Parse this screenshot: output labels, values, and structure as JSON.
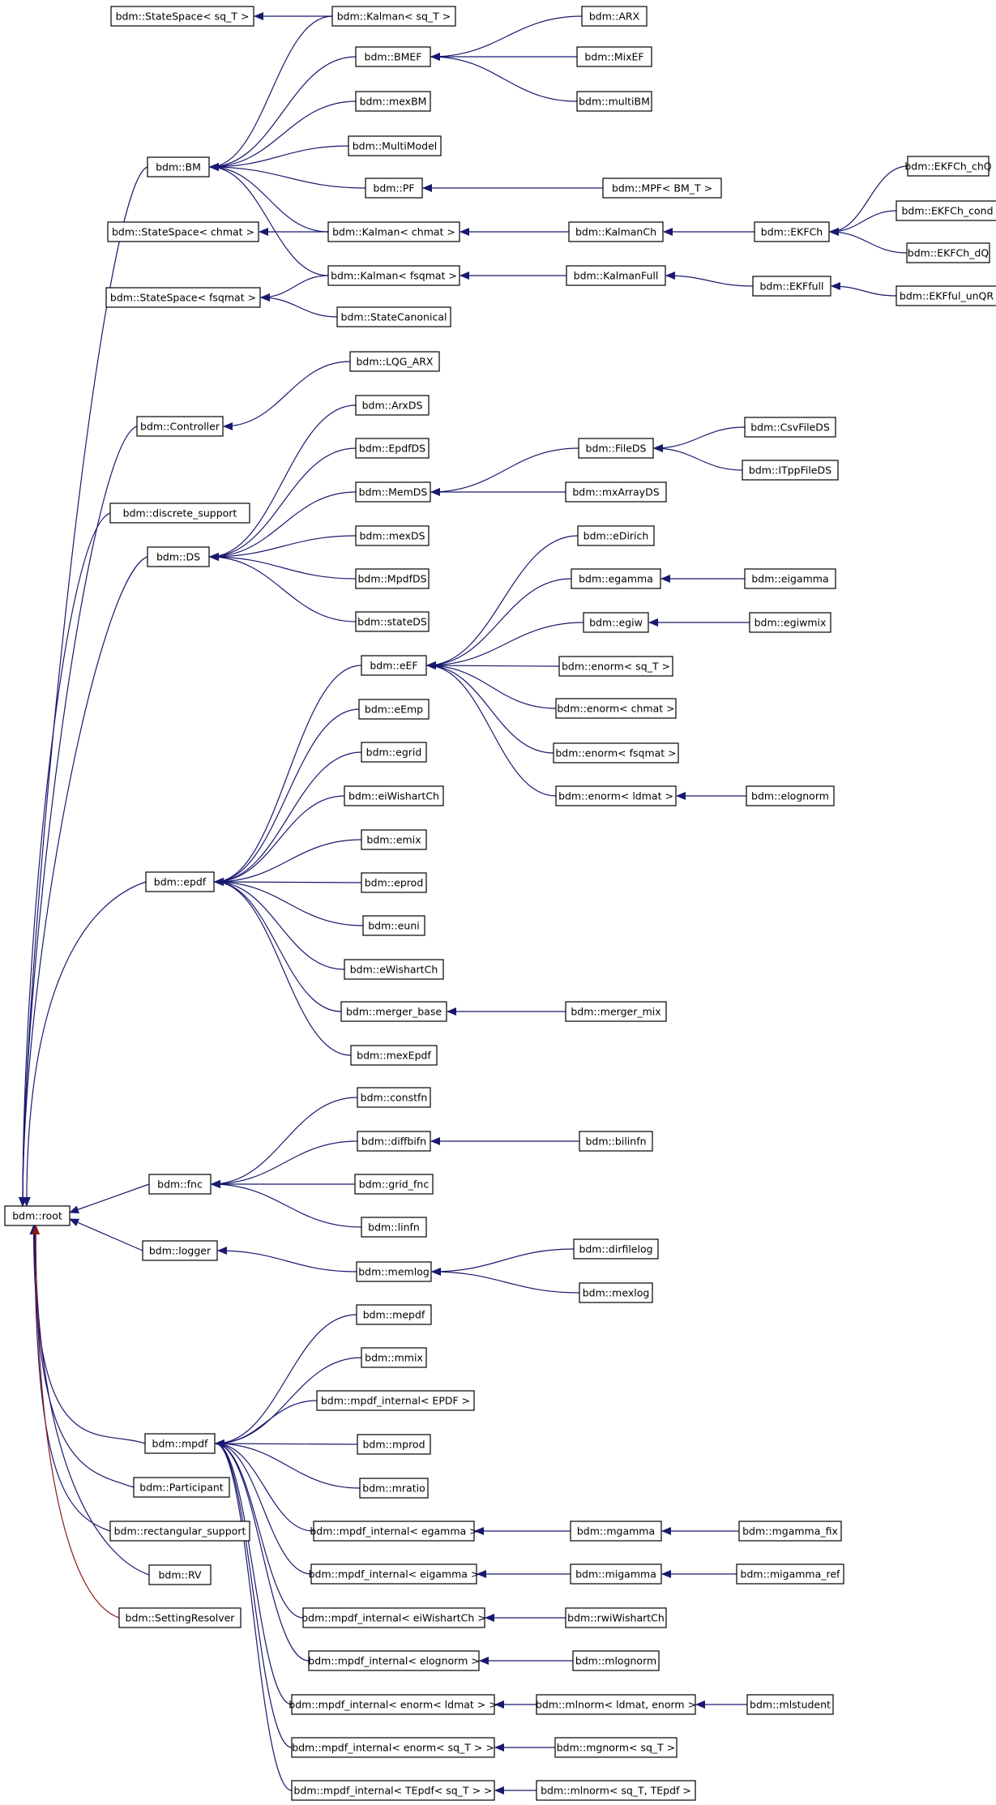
{
  "diagram": {
    "type": "class-inheritance-graph",
    "colors": {
      "edge": "#191970",
      "edge_special": "#8b1a1a",
      "node_border": "#000000",
      "node_fill": "#ffffff"
    },
    "nodes": [
      {
        "id": "root",
        "label": "bdm::root"
      },
      {
        "id": "ss_sqT",
        "label": "bdm::StateSpace< sq_T >"
      },
      {
        "id": "kalman_sqT",
        "label": "bdm::Kalman< sq_T >"
      },
      {
        "id": "arx",
        "label": "bdm::ARX"
      },
      {
        "id": "bmef",
        "label": "bdm::BMEF"
      },
      {
        "id": "mixef",
        "label": "bdm::MixEF"
      },
      {
        "id": "multibm",
        "label": "bdm::multiBM"
      },
      {
        "id": "mexbm",
        "label": "bdm::mexBM"
      },
      {
        "id": "bm",
        "label": "bdm::BM"
      },
      {
        "id": "multimodel",
        "label": "bdm::MultiModel"
      },
      {
        "id": "pf",
        "label": "bdm::PF"
      },
      {
        "id": "mpf",
        "label": "bdm::MPF< BM_T >"
      },
      {
        "id": "ekfch_chq",
        "label": "bdm::EKFCh_chQ"
      },
      {
        "id": "ss_chmat",
        "label": "bdm::StateSpace< chmat >"
      },
      {
        "id": "kalman_chmat",
        "label": "bdm::Kalman< chmat >"
      },
      {
        "id": "kalmanch",
        "label": "bdm::KalmanCh"
      },
      {
        "id": "ekfch",
        "label": "bdm::EKFCh"
      },
      {
        "id": "ekfch_cond",
        "label": "bdm::EKFCh_cond"
      },
      {
        "id": "ekfch_dq",
        "label": "bdm::EKFCh_dQ"
      },
      {
        "id": "ss_fsqmat",
        "label": "bdm::StateSpace< fsqmat >"
      },
      {
        "id": "kalman_fsqmat",
        "label": "bdm::Kalman< fsqmat >"
      },
      {
        "id": "kalmanfull",
        "label": "bdm::KalmanFull"
      },
      {
        "id": "ekffull",
        "label": "bdm::EKFfull"
      },
      {
        "id": "ekfful_unqr",
        "label": "bdm::EKFful_unQR"
      },
      {
        "id": "statecanonical",
        "label": "bdm::StateCanonical"
      },
      {
        "id": "lqg_arx",
        "label": "bdm::LQG_ARX"
      },
      {
        "id": "controller",
        "label": "bdm::Controller"
      },
      {
        "id": "arxds",
        "label": "bdm::ArxDS"
      },
      {
        "id": "epdfds",
        "label": "bdm::EpdfDS"
      },
      {
        "id": "fileds",
        "label": "bdm::FileDS"
      },
      {
        "id": "csvfileds",
        "label": "bdm::CsvFileDS"
      },
      {
        "id": "itppfileds",
        "label": "bdm::ITppFileDS"
      },
      {
        "id": "memds",
        "label": "bdm::MemDS"
      },
      {
        "id": "mxarrayds",
        "label": "bdm::mxArrayDS"
      },
      {
        "id": "discrete_support",
        "label": "bdm::discrete_support"
      },
      {
        "id": "edirich",
        "label": "bdm::eDirich"
      },
      {
        "id": "mexds",
        "label": "bdm::mexDS"
      },
      {
        "id": "ds",
        "label": "bdm::DS"
      },
      {
        "id": "egamma",
        "label": "bdm::egamma"
      },
      {
        "id": "eigamma",
        "label": "bdm::eigamma"
      },
      {
        "id": "mpdfds",
        "label": "bdm::MpdfDS"
      },
      {
        "id": "egiw",
        "label": "bdm::egiw"
      },
      {
        "id": "egiwmix",
        "label": "bdm::egiwmix"
      },
      {
        "id": "stateds",
        "label": "bdm::stateDS"
      },
      {
        "id": "eef",
        "label": "bdm::eEF"
      },
      {
        "id": "enorm_sqT",
        "label": "bdm::enorm< sq_T >"
      },
      {
        "id": "eemp",
        "label": "bdm::eEmp"
      },
      {
        "id": "enorm_chmat",
        "label": "bdm::enorm< chmat >"
      },
      {
        "id": "egrid",
        "label": "bdm::egrid"
      },
      {
        "id": "enorm_fsqmat",
        "label": "bdm::enorm< fsqmat >"
      },
      {
        "id": "eiwishartch",
        "label": "bdm::eiWishartCh"
      },
      {
        "id": "enorm_ldmat",
        "label": "bdm::enorm< ldmat >"
      },
      {
        "id": "elognorm",
        "label": "bdm::elognorm"
      },
      {
        "id": "emix",
        "label": "bdm::emix"
      },
      {
        "id": "epdf",
        "label": "bdm::epdf"
      },
      {
        "id": "eprod",
        "label": "bdm::eprod"
      },
      {
        "id": "euni",
        "label": "bdm::euni"
      },
      {
        "id": "ewishartch",
        "label": "bdm::eWishartCh"
      },
      {
        "id": "merger_base",
        "label": "bdm::merger_base"
      },
      {
        "id": "merger_mix",
        "label": "bdm::merger_mix"
      },
      {
        "id": "mexepdf",
        "label": "bdm::mexEpdf"
      },
      {
        "id": "constfn",
        "label": "bdm::constfn"
      },
      {
        "id": "diffbifn",
        "label": "bdm::diffbifn"
      },
      {
        "id": "bilinfn",
        "label": "bdm::bilinfn"
      },
      {
        "id": "fnc",
        "label": "bdm::fnc"
      },
      {
        "id": "grid_fnc",
        "label": "bdm::grid_fnc"
      },
      {
        "id": "linfn",
        "label": "bdm::linfn"
      },
      {
        "id": "dirfilelog",
        "label": "bdm::dirfilelog"
      },
      {
        "id": "logger",
        "label": "bdm::logger"
      },
      {
        "id": "memlog",
        "label": "bdm::memlog"
      },
      {
        "id": "mexlog",
        "label": "bdm::mexlog"
      },
      {
        "id": "mepdf",
        "label": "bdm::mepdf"
      },
      {
        "id": "mmix",
        "label": "bdm::mmix"
      },
      {
        "id": "mpdfi_epdf",
        "label": "bdm::mpdf_internal< EPDF >"
      },
      {
        "id": "mpdf",
        "label": "bdm::mpdf"
      },
      {
        "id": "mprod",
        "label": "bdm::mprod"
      },
      {
        "id": "mratio",
        "label": "bdm::mratio"
      },
      {
        "id": "participant",
        "label": "bdm::Participant"
      },
      {
        "id": "mpdfi_egamma",
        "label": "bdm::mpdf_internal< egamma >"
      },
      {
        "id": "mgamma",
        "label": "bdm::mgamma"
      },
      {
        "id": "mgamma_fix",
        "label": "bdm::mgamma_fix"
      },
      {
        "id": "rect_support",
        "label": "bdm::rectangular_support"
      },
      {
        "id": "mpdfi_eigamma",
        "label": "bdm::mpdf_internal< eigamma >"
      },
      {
        "id": "migamma",
        "label": "bdm::migamma"
      },
      {
        "id": "migamma_ref",
        "label": "bdm::migamma_ref"
      },
      {
        "id": "rv",
        "label": "bdm::RV"
      },
      {
        "id": "mpdfi_eiwishartch",
        "label": "bdm::mpdf_internal< eiWishartCh >"
      },
      {
        "id": "rwiwishartch",
        "label": "bdm::rwiWishartCh"
      },
      {
        "id": "settingresolver",
        "label": "bdm::SettingResolver"
      },
      {
        "id": "mpdfi_elognorm",
        "label": "bdm::mpdf_internal< elognorm >"
      },
      {
        "id": "mlognorm",
        "label": "bdm::mlognorm"
      },
      {
        "id": "mpdfi_enorm_ldmat",
        "label": "bdm::mpdf_internal< enorm< ldmat > >"
      },
      {
        "id": "mlnorm_ldmat",
        "label": "bdm::mlnorm< ldmat, enorm >"
      },
      {
        "id": "mlstudent",
        "label": "bdm::mlstudent"
      },
      {
        "id": "mpdfi_enorm_sqT",
        "label": "bdm::mpdf_internal< enorm< sq_T > >"
      },
      {
        "id": "mgnorm_sqT",
        "label": "bdm::mgnorm< sq_T >"
      },
      {
        "id": "mpdfi_tepdf",
        "label": "bdm::mpdf_internal< TEpdf< sq_T > >"
      },
      {
        "id": "mlnorm_sqT",
        "label": "bdm::mlnorm< sq_T, TEpdf >"
      }
    ],
    "edges": [
      {
        "from": "kalman_sqT",
        "to": "ss_sqT"
      },
      {
        "from": "kalman_sqT",
        "to": "bm"
      },
      {
        "from": "arx",
        "to": "bmef"
      },
      {
        "from": "mixef",
        "to": "bmef"
      },
      {
        "from": "multibm",
        "to": "bmef"
      },
      {
        "from": "bmef",
        "to": "bm"
      },
      {
        "from": "mexbm",
        "to": "bm"
      },
      {
        "from": "multimodel",
        "to": "bm"
      },
      {
        "from": "pf",
        "to": "bm"
      },
      {
        "from": "mpf",
        "to": "pf"
      },
      {
        "from": "kalman_chmat",
        "to": "bm"
      },
      {
        "from": "kalman_chmat",
        "to": "ss_chmat"
      },
      {
        "from": "kalmanch",
        "to": "kalman_chmat"
      },
      {
        "from": "ekfch",
        "to": "kalmanch"
      },
      {
        "from": "ekfch_chq",
        "to": "ekfch"
      },
      {
        "from": "ekfch_cond",
        "to": "ekfch"
      },
      {
        "from": "ekfch_dq",
        "to": "ekfch"
      },
      {
        "from": "kalman_fsqmat",
        "to": "bm"
      },
      {
        "from": "kalman_fsqmat",
        "to": "ss_fsqmat"
      },
      {
        "from": "statecanonical",
        "to": "ss_fsqmat"
      },
      {
        "from": "kalmanfull",
        "to": "kalman_fsqmat"
      },
      {
        "from": "ekffull",
        "to": "kalmanfull"
      },
      {
        "from": "ekfful_unqr",
        "to": "ekffull"
      },
      {
        "from": "bm",
        "to": "root"
      },
      {
        "from": "lqg_arx",
        "to": "controller"
      },
      {
        "from": "controller",
        "to": "root"
      },
      {
        "from": "discrete_support",
        "to": "root"
      },
      {
        "from": "arxds",
        "to": "ds"
      },
      {
        "from": "epdfds",
        "to": "ds"
      },
      {
        "from": "memds",
        "to": "ds"
      },
      {
        "from": "fileds",
        "to": "memds"
      },
      {
        "from": "mxarrayds",
        "to": "memds"
      },
      {
        "from": "csvfileds",
        "to": "fileds"
      },
      {
        "from": "itppfileds",
        "to": "fileds"
      },
      {
        "from": "mexds",
        "to": "ds"
      },
      {
        "from": "mpdfds",
        "to": "ds"
      },
      {
        "from": "stateds",
        "to": "ds"
      },
      {
        "from": "ds",
        "to": "root"
      },
      {
        "from": "edirich",
        "to": "eef"
      },
      {
        "from": "egamma",
        "to": "eef"
      },
      {
        "from": "eigamma",
        "to": "egamma"
      },
      {
        "from": "egiw",
        "to": "eef"
      },
      {
        "from": "egiwmix",
        "to": "egiw"
      },
      {
        "from": "enorm_sqT",
        "to": "eef"
      },
      {
        "from": "enorm_chmat",
        "to": "eef"
      },
      {
        "from": "enorm_fsqmat",
        "to": "eef"
      },
      {
        "from": "enorm_ldmat",
        "to": "eef"
      },
      {
        "from": "elognorm",
        "to": "enorm_ldmat"
      },
      {
        "from": "eef",
        "to": "epdf"
      },
      {
        "from": "eemp",
        "to": "epdf"
      },
      {
        "from": "egrid",
        "to": "epdf"
      },
      {
        "from": "eiwishartch",
        "to": "epdf"
      },
      {
        "from": "emix",
        "to": "epdf"
      },
      {
        "from": "eprod",
        "to": "epdf"
      },
      {
        "from": "euni",
        "to": "epdf"
      },
      {
        "from": "ewishartch",
        "to": "epdf"
      },
      {
        "from": "merger_base",
        "to": "epdf"
      },
      {
        "from": "merger_mix",
        "to": "merger_base"
      },
      {
        "from": "mexepdf",
        "to": "epdf"
      },
      {
        "from": "epdf",
        "to": "root"
      },
      {
        "from": "constfn",
        "to": "fnc"
      },
      {
        "from": "diffbifn",
        "to": "fnc"
      },
      {
        "from": "bilinfn",
        "to": "diffbifn"
      },
      {
        "from": "grid_fnc",
        "to": "fnc"
      },
      {
        "from": "linfn",
        "to": "fnc"
      },
      {
        "from": "fnc",
        "to": "root"
      },
      {
        "from": "memlog",
        "to": "logger"
      },
      {
        "from": "dirfilelog",
        "to": "memlog"
      },
      {
        "from": "mexlog",
        "to": "memlog"
      },
      {
        "from": "logger",
        "to": "root"
      },
      {
        "from": "mepdf",
        "to": "mpdf"
      },
      {
        "from": "mmix",
        "to": "mpdf"
      },
      {
        "from": "mpdfi_epdf",
        "to": "mpdf"
      },
      {
        "from": "mprod",
        "to": "mpdf"
      },
      {
        "from": "mratio",
        "to": "mpdf"
      },
      {
        "from": "mpdfi_egamma",
        "to": "mpdf"
      },
      {
        "from": "mgamma",
        "to": "mpdfi_egamma"
      },
      {
        "from": "mgamma_fix",
        "to": "mgamma"
      },
      {
        "from": "mpdfi_eigamma",
        "to": "mpdf"
      },
      {
        "from": "migamma",
        "to": "mpdfi_eigamma"
      },
      {
        "from": "migamma_ref",
        "to": "migamma"
      },
      {
        "from": "mpdfi_eiwishartch",
        "to": "mpdf"
      },
      {
        "from": "rwiwishartch",
        "to": "mpdfi_eiwishartch"
      },
      {
        "from": "mpdfi_elognorm",
        "to": "mpdf"
      },
      {
        "from": "mlognorm",
        "to": "mpdfi_elognorm"
      },
      {
        "from": "mpdfi_enorm_ldmat",
        "to": "mpdf"
      },
      {
        "from": "mlnorm_ldmat",
        "to": "mpdfi_enorm_ldmat"
      },
      {
        "from": "mlstudent",
        "to": "mlnorm_ldmat"
      },
      {
        "from": "mpdfi_enorm_sqT",
        "to": "mpdf"
      },
      {
        "from": "mgnorm_sqT",
        "to": "mpdfi_enorm_sqT"
      },
      {
        "from": "mpdfi_tepdf",
        "to": "mpdf"
      },
      {
        "from": "mlnorm_sqT",
        "to": "mpdfi_tepdf"
      },
      {
        "from": "mpdf",
        "to": "root"
      },
      {
        "from": "participant",
        "to": "root"
      },
      {
        "from": "rect_support",
        "to": "root"
      },
      {
        "from": "rv",
        "to": "root"
      },
      {
        "from": "settingresolver",
        "to": "root",
        "special": true
      }
    ]
  }
}
